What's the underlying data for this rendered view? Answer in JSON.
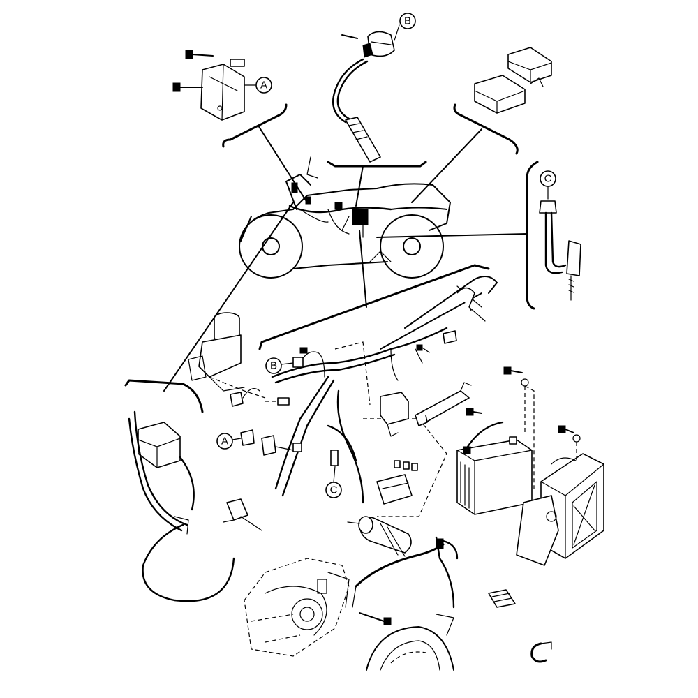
{
  "callouts": {
    "top_a": "A",
    "top_b": "B",
    "right_c": "C",
    "mid_b": "B",
    "mid_a": "A",
    "mid_c": "C"
  }
}
